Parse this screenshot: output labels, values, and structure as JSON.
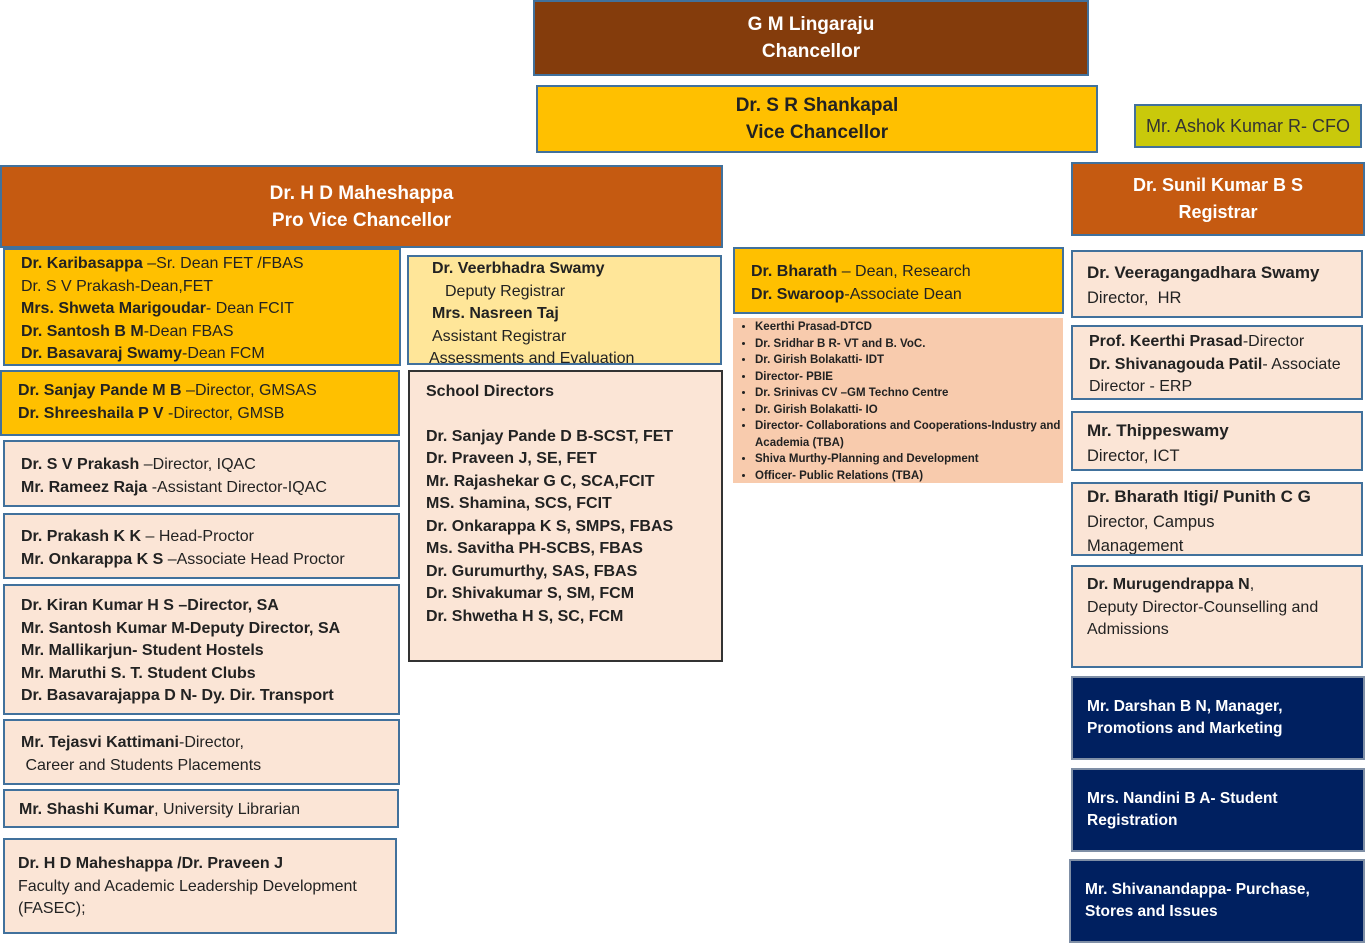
{
  "chancellor": {
    "name": "G M Lingaraju",
    "title": "Chancellor"
  },
  "vice_chancellor": {
    "name": "Dr. S R Shankapal",
    "title": "Vice Chancellor"
  },
  "cfo": {
    "text": "Mr. Ashok Kumar R- CFO"
  },
  "pro_vc": {
    "name": "Dr. H D Maheshappa",
    "title": "Pro Vice Chancellor"
  },
  "registrar": {
    "name": "Dr. Sunil Kumar B S",
    "title": "Registrar"
  },
  "deans": [
    {
      "name": "Dr. Karibasappa",
      "role": " –Sr. Dean FET /FBAS"
    },
    {
      "name": "",
      "role": "Dr. S V Prakash-Dean,FET"
    },
    {
      "name": "Mrs. Shweta Marigoudar",
      "role": "- Dean FCIT"
    },
    {
      "name": "Dr. Santosh B M",
      "role": "-Dean FBAS"
    },
    {
      "name": "Dr. Basavaraj Swamy",
      "role": "-Dean FCM"
    }
  ],
  "gm_directors": [
    {
      "name": "Dr. Sanjay Pande M B",
      "role": " –Director, GMSAS"
    },
    {
      "name": "Dr. Shreeshaila P V",
      "role": "  -Director, GMSB"
    }
  ],
  "iqac": [
    {
      "name": "Dr. S V Prakash",
      "role": " –Director, IQAC"
    },
    {
      "name": "Mr. Rameez Raja",
      "role": " -Assistant Director-IQAC"
    }
  ],
  "proctor": [
    {
      "name": "Dr. Prakash K K",
      "role": " – Head-Proctor"
    },
    {
      "name": "Mr. Onkarappa  K S",
      "role": " –Associate Head Proctor"
    }
  ],
  "student_affairs": [
    "Dr. Kiran Kumar H S –Director, SA",
    "Mr. Santosh Kumar M-Deputy Director, SA",
    "Mr. Mallikarjun- Student Hostels",
    "Mr. Maruthi S. T.  Student Clubs",
    "Dr. Basavarajappa D N- Dy. Dir. Transport"
  ],
  "placements": {
    "name": "Mr. Tejasvi Kattimani",
    "role": "-Director,",
    "line2": " Career and Students Placements"
  },
  "librarian": {
    "name": "Mr. Shashi Kumar",
    "role": ", University Librarian"
  },
  "fasec": {
    "name": "Dr. H D Maheshappa /Dr. Praveen J",
    "line2": "Faculty and Academic Leadership Development",
    "line3": "(FASEC);"
  },
  "registrars_box": {
    "deputy_name": "Dr. Veerbhadra Swamy",
    "deputy_role": "Deputy Registrar",
    "assistant_name": "Mrs. Nasreen Taj",
    "assistant_role": "Assistant Registrar",
    "assessment": "Assessments and Evaluation"
  },
  "school_directors": {
    "title": "School Directors",
    "items": [
      "Dr. Sanjay Pande D B-SCST, FET",
      "Dr. Praveen J, SE, FET",
      "Mr. Rajashekar G C, SCA,FCIT",
      "MS. Shamina, SCS, FCIT",
      "Dr. Onkarappa  K S, SMPS, FBAS",
      "Ms. Savitha PH-SCBS, FBAS",
      "Dr. Gurumurthy, SAS, FBAS",
      "Dr. Shivakumar S, SM, FCM",
      "Dr. Shwetha H S, SC, FCM"
    ]
  },
  "research": [
    {
      "name": "Dr. Bharath",
      "role": " – Dean, Research"
    },
    {
      "name": "Dr. Swaroop",
      "role": "-Associate Dean"
    }
  ],
  "research_list": [
    "Keerthi Prasad-DTCD",
    "Dr. Sridhar B R- VT and B. VoC.",
    "Dr. Girish Bolakatti- IDT",
    "Director- PBIE",
    "Dr. Srinivas CV –GM Techno Centre",
    "Dr. Girish Bolakatti- IO",
    "Director- Collaborations and Cooperations-Industry and Academia (TBA)",
    "Shiva Murthy-Planning and Development",
    "Officer- Public Relations (TBA)"
  ],
  "hr": {
    "name": "Dr. Veeragangadhara Swamy",
    "role": "Director,  HR"
  },
  "erp": {
    "name1": "Prof. Keerthi Prasad",
    "role1": "-Director",
    "name2": "Dr. Shivanagouda Patil",
    "role2": "- Associate Director - ERP"
  },
  "ict": {
    "name": "Mr. Thippeswamy",
    "role": "Director, ICT"
  },
  "campus": {
    "name": "Dr. Bharath  Itigi/ Punith C G",
    "role": "Director, Campus Management"
  },
  "counselling": {
    "name": "Dr. Murugendrappa N",
    "role": ",",
    "line2": " Deputy Director-Counselling and Admissions"
  },
  "marketing": {
    "text": "Mr. Darshan B N, Manager, Promotions and Marketing"
  },
  "registration": {
    "text": "Mrs. Nandini B A- Student Registration"
  },
  "purchase": {
    "text": "Mr. Shivanandappa- Purchase, Stores and Issues"
  },
  "colors": {
    "chancellor": "#843c0c",
    "vice_chancellor": "#ffc000",
    "pro_vc": "#c55a11",
    "cfo": "#c9c90b",
    "pale": "#fbe5d6",
    "navy": "#002060",
    "peach": "#f8cbad"
  }
}
